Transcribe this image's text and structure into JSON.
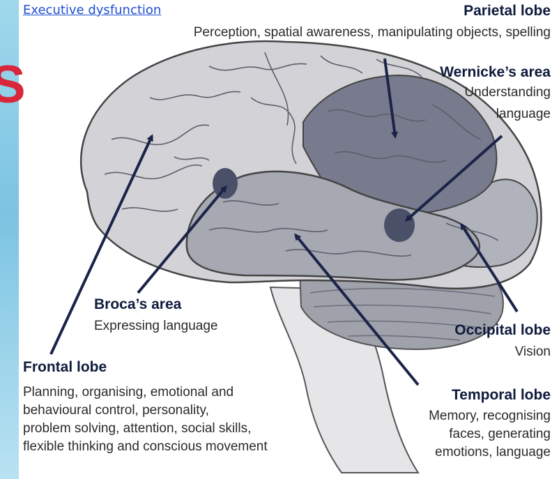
{
  "link": {
    "text": "Executive dysfunction"
  },
  "side_glyph": "S",
  "regions": {
    "parietal": {
      "title": "Parietal lobe",
      "desc": "Perception, spatial awareness, manipulating objects, spelling"
    },
    "wernicke": {
      "title": "Wernicke’s area",
      "desc_line1": "Understanding",
      "desc_line2": "language"
    },
    "broca": {
      "title": "Broca’s area",
      "desc": "Expressing language"
    },
    "occipital": {
      "title": "Occipital lobe",
      "desc": "Vision"
    },
    "frontal": {
      "title": "Frontal lobe",
      "desc_lines": [
        "Planning, organising, emotional and",
        "behavioural control, personality,",
        "problem solving, attention, social skills,",
        "flexible thinking and conscious movement"
      ]
    },
    "temporal": {
      "title": "Temporal lobe",
      "desc_lines": [
        "Memory, recognising",
        "faces, generating",
        "emotions, language"
      ]
    }
  },
  "colors": {
    "arrow": "#1b2448",
    "brain_light": "#d3d3d7",
    "parietal_shade": "#787b8d",
    "temporal_shade": "#a6a8b2",
    "area_dark": "#4b5069"
  }
}
